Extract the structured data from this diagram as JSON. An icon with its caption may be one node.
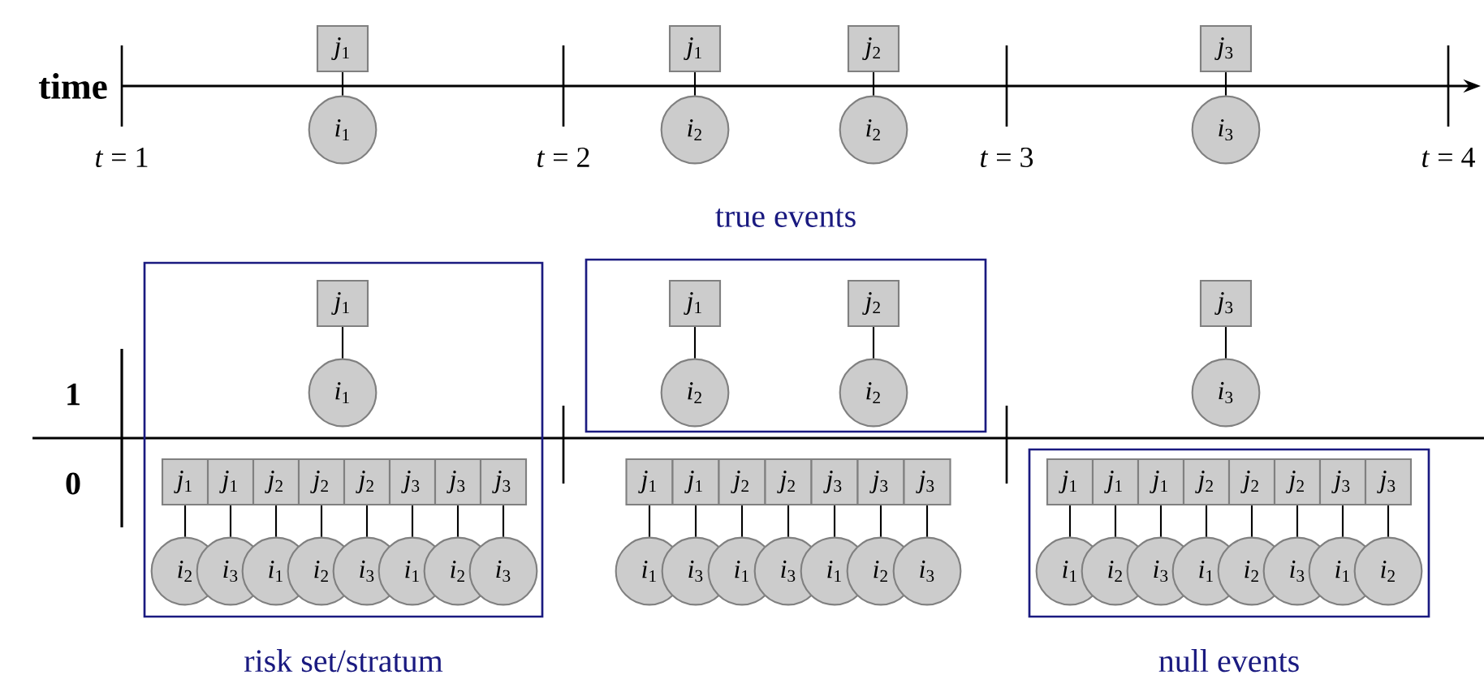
{
  "diagram": {
    "nodes": [
      {
        "text": [
          "*j*$_{1}$"
        ]
      },
      {
        "text": [
          "*i*$_{1}$"
        ]
      },
      {
        "text": [
          "*j*$_{1}$"
        ]
      },
      {
        "text": [
          "*i*$_{2}$"
        ]
      },
      {
        "text": [
          "*j*$_{2}$"
        ]
      },
      {
        "text": [
          "*i*$_{2}$"
        ]
      },
      {
        "text": [
          "*j*$_{3}$"
        ]
      },
      {
        "text": [
          "*i*$_{3}$"
        ]
      },
      {
        "text": [
          "risk set/stratum"
        ]
      },
      {
        "text": [
          "*j*$_{1}$"
        ],
        "in": 8
      },
      {
        "text": [
          "*i*$_{1}$"
        ],
        "in": 8
      },
      {
        "text": [
          "*j*$_{1}$"
        ],
        "in": 8
      },
      {
        "text": [
          "*j*$_{1}$"
        ],
        "in": 8
      },
      {
        "text": [
          "*j*$_{2}$"
        ],
        "in": 8
      },
      {
        "text": [
          "*j*$_{2}$"
        ],
        "in": 8
      },
      {
        "text": [
          "*j*$_{2}$"
        ],
        "in": 8
      },
      {
        "text": [
          "*j*$_{3}$"
        ],
        "in": 8
      },
      {
        "text": [
          "*j*$_{3}$"
        ],
        "in": 8
      },
      {
        "text": [
          "*j*$_{3}$"
        ],
        "in": 8
      },
      {
        "text": [
          "*i*$_{2}$"
        ],
        "in": 8
      },
      {
        "text": [
          "*i*$_{3}$"
        ],
        "in": 8
      },
      {
        "text": [
          "*i*$_{1}$"
        ],
        "in": 8
      },
      {
        "text": [
          "*i*$_{2}$"
        ],
        "in": 8
      },
      {
        "text": [
          "*i*$_{3}$"
        ],
        "in": 8
      },
      {
        "text": [
          "*i*$_{1}$"
        ],
        "in": 8
      },
      {
        "text": [
          "*i*$_{2}$"
        ],
        "in": 8
      },
      {
        "text": [
          "*i*$_{3}$"
        ],
        "in": 8
      },
      {
        "text": [
          "true events"
        ]
      },
      {
        "text": [
          "*j*$_{1}$"
        ],
        "in": 27
      },
      {
        "text": [
          "*i*$_{2}$"
        ],
        "in": 27
      },
      {
        "text": [
          "*j*$_{2}$"
        ],
        "in": 27
      },
      {
        "text": [
          "*i*$_{2}$"
        ],
        "in": 27
      },
      {
        "text": [
          "*j*$_{1}$"
        ]
      },
      {
        "text": [
          "*j*$_{1}$"
        ]
      },
      {
        "text": [
          "*j*$_{2}$"
        ]
      },
      {
        "text": [
          "*j*$_{2}$"
        ]
      },
      {
        "text": [
          "*j*$_{3}$"
        ]
      },
      {
        "text": [
          "*j*$_{3}$"
        ]
      },
      {
        "text": [
          "*j*$_{3}$"
        ]
      },
      {
        "text": [
          "*i*$_{1}$"
        ]
      },
      {
        "text": [
          "*i*$_{3}$"
        ]
      },
      {
        "text": [
          "*i*$_{1}$"
        ]
      },
      {
        "text": [
          "*i*$_{3}$"
        ]
      },
      {
        "text": [
          "*i*$_{1}$"
        ]
      },
      {
        "text": [
          "*i*$_{2}$"
        ]
      },
      {
        "text": [
          "*i*$_{3}$"
        ]
      },
      {
        "text": [
          "*j*$_{3}$"
        ]
      },
      {
        "text": [
          "*i*$_{3}$"
        ]
      },
      {
        "text": [
          "null events"
        ]
      },
      {
        "text": [
          "*j*$_{1}$"
        ],
        "in": 48
      },
      {
        "text": [
          "*j*$_{1}$"
        ],
        "in": 48
      },
      {
        "text": [
          "*j*$_{1}$"
        ],
        "in": 48
      },
      {
        "text": [
          "*j*$_{2}$"
        ],
        "in": 48
      },
      {
        "text": [
          "*j*$_{2}$"
        ],
        "in": 48
      },
      {
        "text": [
          "*j*$_{2}$"
        ],
        "in": 48
      },
      {
        "text": [
          "*j*$_{3}$"
        ],
        "in": 48
      },
      {
        "text": [
          "*j*$_{3}$"
        ],
        "in": 48
      },
      {
        "text": [
          "*i*$_{1}$"
        ],
        "in": 48
      },
      {
        "text": [
          "*i*$_{2}$"
        ],
        "in": 48
      },
      {
        "text": [
          "*i*$_{3}$"
        ],
        "in": 48
      },
      {
        "text": [
          "*i*$_{1}$"
        ],
        "in": 48
      },
      {
        "text": [
          "*i*$_{2}$"
        ],
        "in": 48
      },
      {
        "text": [
          "*i*$_{3}$"
        ],
        "in": 48
      },
      {
        "text": [
          "*i*$_{1}$"
        ],
        "in": 48
      },
      {
        "text": [
          "*i*$_{2}$"
        ],
        "in": 48
      }
    ],
    "edges": [
      {
        "from": 0,
        "to": 1,
        "arrow": "none"
      },
      {
        "from": 2,
        "to": 3,
        "arrow": "none"
      },
      {
        "from": 4,
        "to": 5,
        "arrow": "none"
      },
      {
        "from": 6,
        "to": 7,
        "arrow": "none"
      },
      {
        "from": 9,
        "to": 10,
        "arrow": "none"
      },
      {
        "from": 11,
        "to": 19,
        "arrow": "none"
      },
      {
        "from": 12,
        "to": 20,
        "arrow": "none"
      },
      {
        "from": 13,
        "to": 21,
        "arrow": "none"
      },
      {
        "from": 14,
        "to": 22,
        "arrow": "none"
      },
      {
        "from": 15,
        "to": 23,
        "arrow": "none"
      },
      {
        "from": 16,
        "to": 24,
        "arrow": "none"
      },
      {
        "from": 17,
        "to": 25,
        "arrow": "none"
      },
      {
        "from": 18,
        "to": 26,
        "arrow": "none"
      },
      {
        "from": 28,
        "to": 29,
        "arrow": "none"
      },
      {
        "from": 30,
        "to": 31,
        "arrow": "none"
      },
      {
        "from": 32,
        "to": 39,
        "arrow": "none"
      },
      {
        "from": 33,
        "to": 40,
        "arrow": "none"
      },
      {
        "from": 34,
        "to": 41,
        "arrow": "none"
      },
      {
        "from": 35,
        "to": 42,
        "arrow": "none"
      },
      {
        "from": 36,
        "to": 43,
        "arrow": "none"
      },
      {
        "from": 37,
        "to": 44,
        "arrow": "none"
      },
      {
        "from": 38,
        "to": 45,
        "arrow": "none"
      },
      {
        "from": 46,
        "to": 47,
        "arrow": "none"
      },
      {
        "from": 49,
        "to": 57,
        "arrow": "none"
      },
      {
        "from": 50,
        "to": 58,
        "arrow": "none"
      },
      {
        "from": 51,
        "to": 59,
        "arrow": "none"
      },
      {
        "from": 52,
        "to": 60,
        "arrow": "none"
      },
      {
        "from": 53,
        "to": 61,
        "arrow": "none"
      },
      {
        "from": 54,
        "to": 62,
        "arrow": "none"
      },
      {
        "from": 55,
        "to": 63,
        "arrow": "none"
      },
      {
        "from": 56,
        "to": 64,
        "arrow": "none"
      }
    ],
    "labels": [
      "time",
      "*t* = 1",
      "*t* = 2",
      "*t* = 3",
      "*t* = 4",
      "1",
      "0"
    ]
  }
}
